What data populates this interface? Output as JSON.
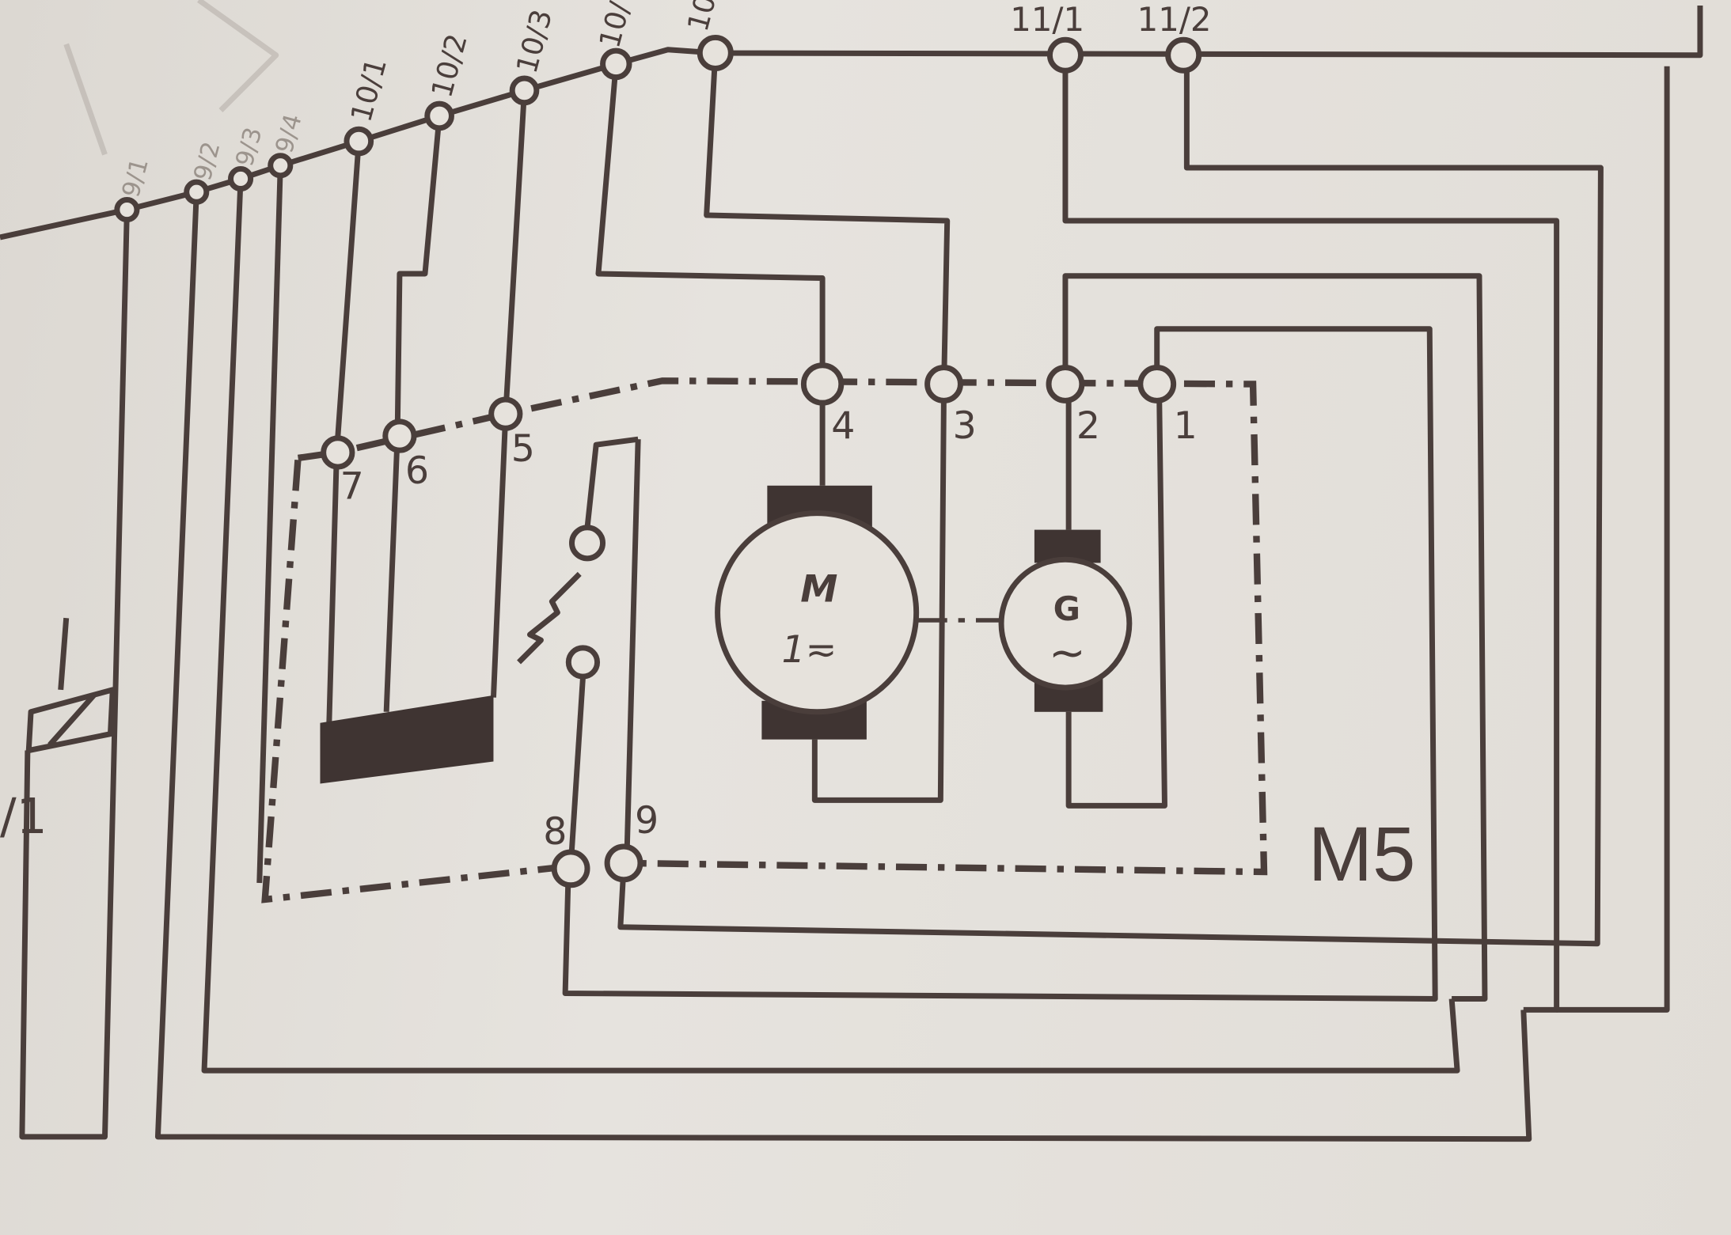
{
  "bus_labels": [
    "9/1",
    "9/2",
    "9/3",
    "9/4",
    "10/1",
    "10/2",
    "10/3",
    "10/",
    "10",
    "11/1",
    "11/2"
  ],
  "terminals": [
    "1",
    "2",
    "3",
    "4",
    "5",
    "6",
    "7",
    "8",
    "9"
  ],
  "motor": {
    "letter": "M",
    "type": "1≂"
  },
  "generator": {
    "letter": "G",
    "type": "~"
  },
  "component_id": "M5",
  "left_ref": "/1",
  "colors": {
    "ink": "#4a3e3b",
    "paper": "#e4e0da"
  }
}
